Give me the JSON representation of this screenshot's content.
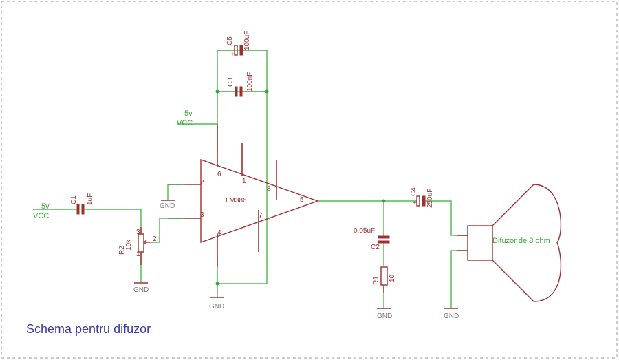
{
  "title": "Schema pentru difuzor",
  "colors": {
    "wire": "#33aa33",
    "part": "#a03030",
    "title": "#3a3aa8",
    "frame": "#999999"
  },
  "amp": {
    "name": "LM386",
    "pins": [
      "6",
      "1",
      "8",
      "2",
      "3",
      "5",
      "4",
      "7"
    ]
  },
  "power_left": {
    "voltage": "5v",
    "net": "VCC"
  },
  "power_top": {
    "voltage": "5v",
    "net": "VCC"
  },
  "c1": {
    "name": "C1",
    "value": "1uF"
  },
  "c2": {
    "name": "C2",
    "value": "0,05uF"
  },
  "c3": {
    "name": "C3",
    "value": "100nF"
  },
  "c4": {
    "name": "C4",
    "value": "250uF"
  },
  "c5": {
    "name": "C5",
    "value": "100uF"
  },
  "r1": {
    "name": "R1",
    "value": "10"
  },
  "r2": {
    "name": "R2",
    "value": "10k",
    "pins": [
      "3",
      "2",
      "1"
    ]
  },
  "gnd_label": "GND",
  "speaker": {
    "label": "Difuzor de 8 ohm"
  },
  "polarity_plus": "+"
}
